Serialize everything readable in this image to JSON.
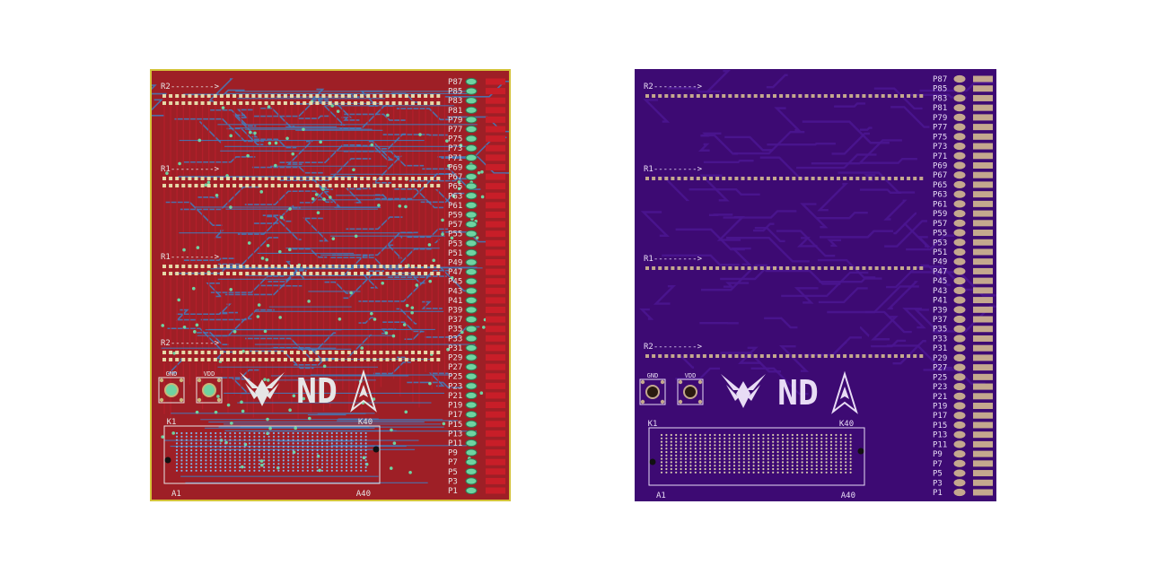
{
  "colors": {
    "page_bg": "#ffffff",
    "layout_copper": "#9e1f26",
    "layout_edge": "#d4c33a",
    "layout_trace": "#3f7ec0",
    "layout_pad": "#6fd3a1",
    "layout_silk": "#e6e6e6",
    "render_mask": "#3d0a73",
    "render_trace": "#4a1590",
    "render_pad": "#c4a88e",
    "render_silk": "#e8dcf5"
  },
  "left_board": {
    "row_labels": [
      "R2--------->",
      "R1--------->",
      "R1--------->",
      "R2--------->"
    ],
    "test_points": [
      "GND",
      "VDD"
    ],
    "connector_labels": [
      "K1",
      "K40"
    ],
    "header_labels": [
      "A1",
      "A40"
    ],
    "pin_labels": [
      "P87",
      "P85",
      "P83",
      "P81",
      "P79",
      "P77",
      "P75",
      "P73",
      "P71",
      "P69",
      "P67",
      "P65",
      "P63",
      "P61",
      "P59",
      "P57",
      "P55",
      "P53",
      "P51",
      "P49",
      "P47",
      "P45",
      "P43",
      "P41",
      "P39",
      "P37",
      "P35",
      "P33",
      "P31",
      "P29",
      "P27",
      "P25",
      "P23",
      "P21",
      "P19",
      "P17",
      "P15",
      "P13",
      "P11",
      "P9",
      "P7",
      "P5",
      "P3",
      "P1"
    ]
  },
  "right_board": {
    "row_labels": [
      "R2--------->",
      "R1--------->",
      "R1--------->",
      "R2--------->"
    ],
    "test_points": [
      "GND",
      "VDD"
    ],
    "connector_labels": [
      "K1",
      "K40"
    ],
    "header_labels": [
      "A1",
      "A40"
    ],
    "pin_labels": [
      "P87",
      "P85",
      "P83",
      "P81",
      "P79",
      "P77",
      "P75",
      "P73",
      "P71",
      "P69",
      "P67",
      "P65",
      "P63",
      "P61",
      "P59",
      "P57",
      "P55",
      "P53",
      "P51",
      "P49",
      "P47",
      "P45",
      "P43",
      "P41",
      "P39",
      "P37",
      "P35",
      "P33",
      "P31",
      "P29",
      "P27",
      "P25",
      "P23",
      "P21",
      "P19",
      "P17",
      "P15",
      "P13",
      "P11",
      "P9",
      "P7",
      "P5",
      "P3",
      "P1"
    ]
  },
  "logos": [
    "air-force-wings-logo",
    "notre-dame-nd-monogram",
    "space-force-delta-logo"
  ]
}
